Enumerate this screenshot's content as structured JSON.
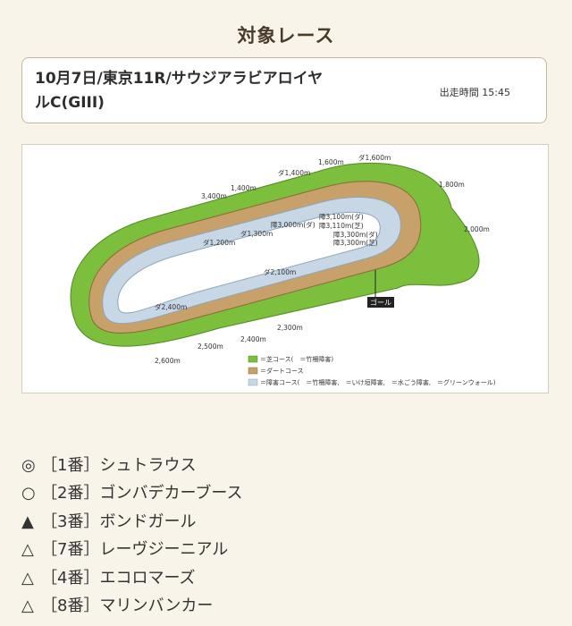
{
  "header": {
    "title": "対象レース"
  },
  "race": {
    "name_line1": "10月7日/東京11R/サウジアラビアロイヤ",
    "name_line2": "ルC(GIII)",
    "post_time": "出走時間 15:45"
  },
  "course_map": {
    "labels": {
      "d1400": "ダ1,400m",
      "m1600": "1,600m",
      "d1600": "ダ1,600m",
      "m1800": "1,800m",
      "m3400": "3,400m",
      "m1400": "1,400m",
      "m2000": "2,000m",
      "d1200": "ダ1,200m",
      "d1300": "ダ1,300m",
      "j3000": "障3,000m(ダ)",
      "j3100": "障3,100m(ダ)",
      "j3110": "障3,110m(芝)",
      "j3300d": "障3,300m(ダ)",
      "j3300s": "障3,300m(芝)",
      "d2100": "ダ2,100m",
      "d2400": "ダ2,400m",
      "m2300": "2,300m",
      "m2400": "2,400m",
      "m2500": "2,500m",
      "m2600": "2,600m",
      "goal": "ゴール"
    },
    "legend": {
      "turf": "＝芝コース(　＝竹柵障害)",
      "dirt": "＝ダートコース",
      "jump": "＝障害コース(　＝竹柵障害,　＝いけ垣障害,　＝水ごう障害,　＝グリーンウォール)"
    },
    "colors": {
      "turf": "#7cbf3c",
      "dirt": "#c8a06a",
      "jump": "#c7d7e6"
    }
  },
  "picks": [
    {
      "mark": "◎",
      "text": "［1番］シュトラウス"
    },
    {
      "mark": "○",
      "text": "［2番］ゴンバデカーブース"
    },
    {
      "mark": "▲",
      "text": "［3番］ボンドガール"
    },
    {
      "mark": "△",
      "text": "［7番］レーヴジーニアル"
    },
    {
      "mark": "△",
      "text": "［4番］エコロマーズ"
    },
    {
      "mark": "△",
      "text": "［8番］マリンバンカー"
    }
  ]
}
